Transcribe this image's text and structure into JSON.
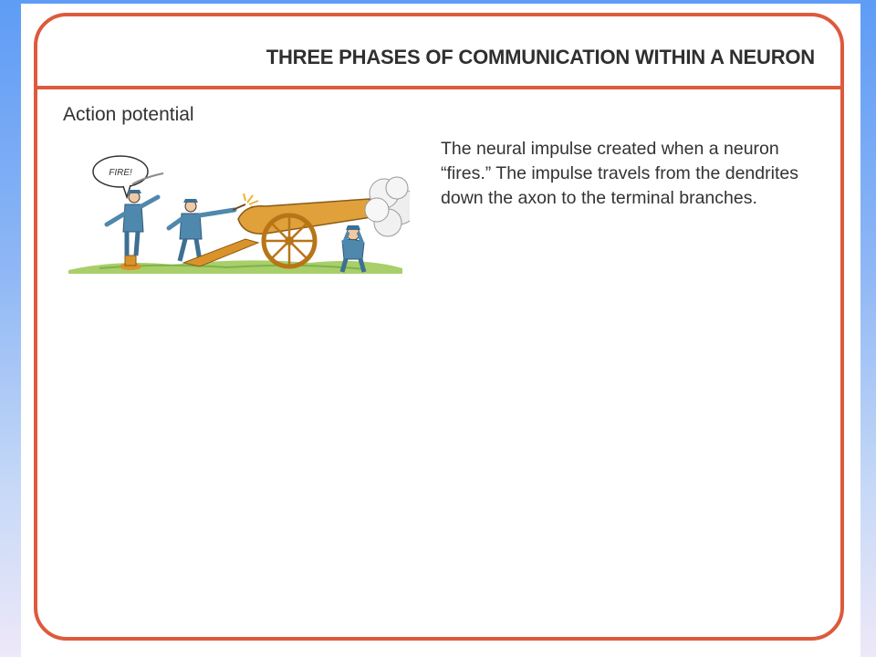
{
  "slide": {
    "title": "THREE PHASES OF COMMUNICATION WITHIN A NEURON"
  },
  "section": {
    "label": "Action potential",
    "description": "The neural impulse created when a neuron “fires.” The impulse travels from the dendrites down the axon to the terminal branches.",
    "illustration": {
      "speech_bubble_text": "FIRE!",
      "icons": [
        "officer-figure",
        "soldier-figure",
        "cannon-icon",
        "cannon-wheel-icon",
        "smoke-cloud-icon",
        "crouching-soldier-figure"
      ]
    }
  },
  "colors": {
    "border": "#dd5a3c",
    "text": "#333333",
    "uniform": "#4f88ad",
    "cannon": "#d9932a"
  }
}
